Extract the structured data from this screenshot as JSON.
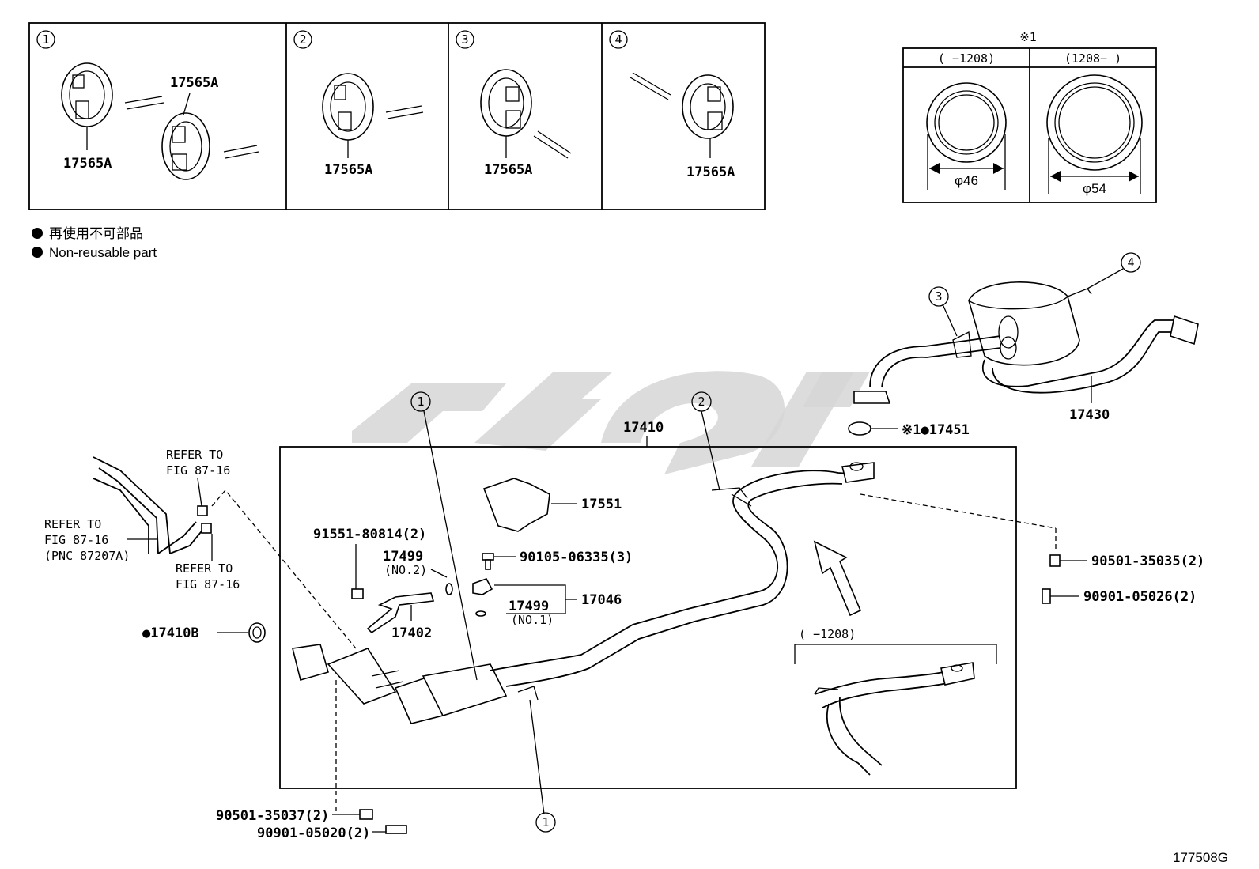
{
  "hanger_box": {
    "panels": [
      {
        "num": "1",
        "labels": [
          "17565A",
          "17565A"
        ]
      },
      {
        "num": "2",
        "labels": [
          "17565A"
        ]
      },
      {
        "num": "3",
        "labels": [
          "17565A"
        ]
      },
      {
        "num": "4",
        "labels": [
          "17565A"
        ]
      }
    ]
  },
  "gasket_box": {
    "mark": "※1",
    "left_header": "(     −1208)",
    "right_header": "(1208−     )",
    "left_dim": "φ46",
    "right_dim": "φ54"
  },
  "legend": {
    "line1": "再使用不可部品",
    "line2": "Non-reusable part"
  },
  "labels": {
    "p17430": "17430",
    "p17451": "※1●17451",
    "p17410": "17410",
    "p17551": "17551",
    "p90105": "90105-06335(3)",
    "p91551": "91551-80814(2)",
    "p17499_no2": "17499",
    "no2": "(NO.2)",
    "p17499_no1": "17499",
    "no1": "(NO.1)",
    "p17046": "17046",
    "p17402": "17402",
    "p17410b": "●17410B",
    "p90501_35035": "90501-35035(2)",
    "p90901_05026": "90901-05026(2)",
    "p90501_35037": "90501-35037(2)",
    "p90901_05020": "90901-05020(2)",
    "variant_range": "(     −1208)",
    "refer1_a": "REFER TO",
    "refer1_b": "FIG 87-16",
    "refer2_a": "REFER TO",
    "refer2_b": "FIG 87-16",
    "refer2_c": "(PNC 87207A)",
    "refer3_a": "REFER TO",
    "refer3_b": "FIG 87-16",
    "fig_code": "177508G"
  },
  "callouts": {
    "c1_top": "1",
    "c1_bottom": "1",
    "c2": "2",
    "c3": "3",
    "c4": "4"
  }
}
